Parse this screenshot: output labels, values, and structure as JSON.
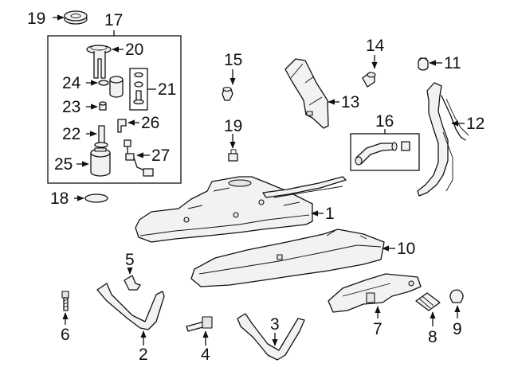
{
  "callouts": {
    "c1": "1",
    "c2": "2",
    "c3": "3",
    "c4": "4",
    "c5": "5",
    "c6": "6",
    "c7": "7",
    "c8": "8",
    "c9": "9",
    "c10": "10",
    "c11": "11",
    "c12": "12",
    "c13": "13",
    "c14": "14",
    "c15": "15",
    "c16": "16",
    "c17": "17",
    "c18": "18",
    "c19a": "19",
    "c19b": "19",
    "c20": "20",
    "c21": "21",
    "c22": "22",
    "c23": "23",
    "c24": "24",
    "c25": "25",
    "c26": "26",
    "c27": "27"
  }
}
